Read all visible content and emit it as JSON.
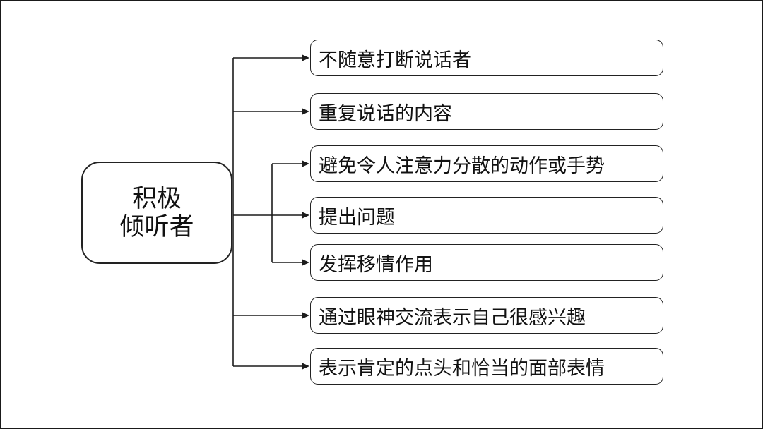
{
  "diagram": {
    "type": "mind-map",
    "root": {
      "label_lines": [
        "积极",
        "倾听者"
      ],
      "label": "积极倾听者"
    },
    "children": [
      {
        "label": "不随意打断说话者"
      },
      {
        "label": "重复说话的内容"
      },
      {
        "label": "避免令人注意力分散的动作或手势"
      },
      {
        "label": "提出问题"
      },
      {
        "label": "发挥移情作用"
      },
      {
        "label": "通过眼神交流表示自己很感兴趣"
      },
      {
        "label": "表示肯定的点头和恰当的面部表情"
      }
    ],
    "colors": {
      "line": "#1c1c1c",
      "box_border": "#222222",
      "text": "#111111",
      "background": "#ffffff",
      "frame": "#1a1a1a"
    }
  }
}
